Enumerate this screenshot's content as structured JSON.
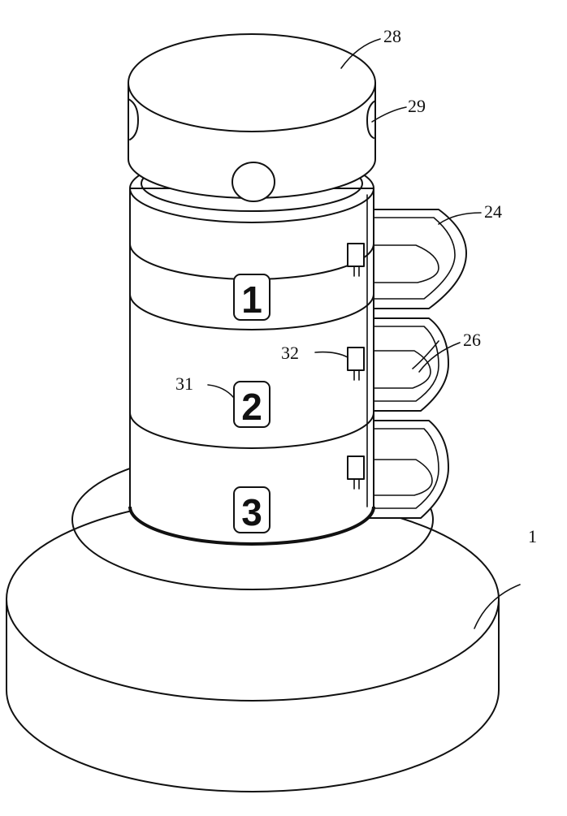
{
  "callouts": {
    "c28": "28",
    "c29": "29",
    "c24": "24",
    "c26": "26",
    "c32": "32",
    "c31": "31",
    "c1": "1"
  },
  "segments": {
    "s1": "1",
    "s2": "2",
    "s3": "3"
  }
}
